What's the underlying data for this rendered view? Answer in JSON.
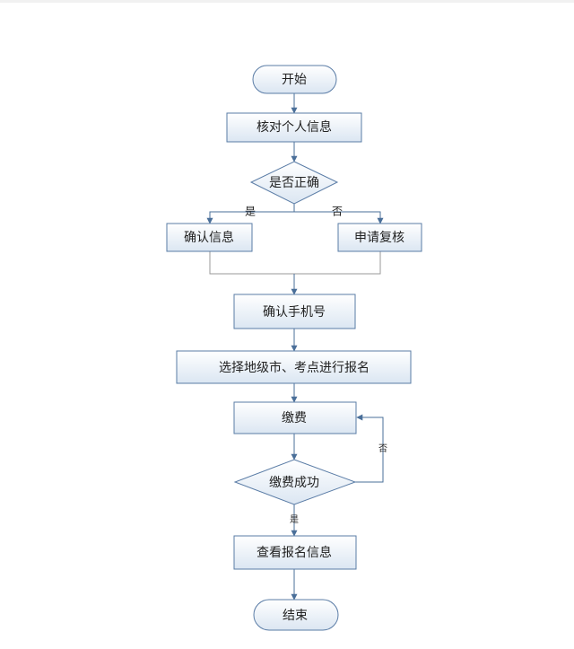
{
  "nodes": {
    "start": "开始",
    "verify_info": "核对个人信息",
    "is_correct": "是否正确",
    "confirm_info": "确认信息",
    "apply_review": "申请复核",
    "confirm_phone": "确认手机号",
    "select_city_site": "选择地级市、考点进行报名",
    "pay": "缴费",
    "pay_success": "缴费成功",
    "view_registration": "查看报名信息",
    "end": "结束"
  },
  "edge_labels": {
    "correct_yes": "是",
    "correct_no": "否",
    "pay_no": "否",
    "pay_yes": "是"
  },
  "colors": {
    "shape_fill_top": "#ffffff",
    "shape_fill_bottom": "#dbe6f2",
    "shape_stroke": "#5a7ca6",
    "connector": "#4a6f99"
  }
}
